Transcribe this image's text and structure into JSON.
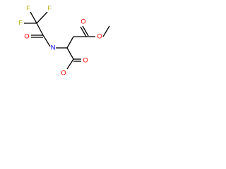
{
  "molecule": {
    "atoms": {
      "F_top_left": {
        "symbol": "F",
        "color": "#b8ad00"
      },
      "F_top_right": {
        "symbol": "F",
        "color": "#b8ad00"
      },
      "F_left": {
        "symbol": "F",
        "color": "#b8ad00"
      },
      "O_amide": {
        "symbol": "O",
        "color": "#ff0000"
      },
      "N_amide": {
        "symbol": "N",
        "color": "#0000ff"
      },
      "O_ester_carbonyl": {
        "symbol": "O",
        "color": "#ff0000"
      },
      "O_ester_link": {
        "symbol": "O",
        "color": "#ff0000"
      },
      "O_carboxylate": {
        "symbol": "O",
        "color": "#ff0000"
      },
      "O_carbonyl": {
        "symbol": "O",
        "color": "#ff0000"
      }
    },
    "charges": {
      "O_carboxylate": "-"
    }
  }
}
